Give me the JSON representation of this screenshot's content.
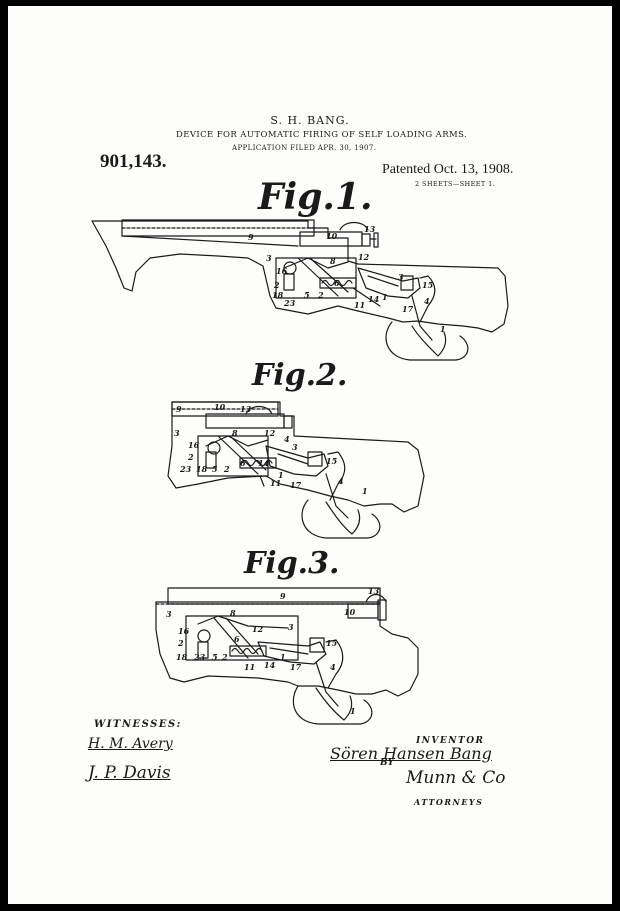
{
  "header": {
    "inventor_name": "S. H. BANG.",
    "title": "DEVICE FOR AUTOMATIC FIRING OF SELF LOADING ARMS.",
    "application": "APPLICATION FILED APR. 30, 1907.",
    "patent_number": "901,143.",
    "patent_date": "Patented Oct. 13, 1908.",
    "sheet_info": "2 SHEETS—SHEET 1."
  },
  "figures": {
    "fig1": {
      "label": "Fig.1.",
      "refs": [
        "9",
        "10",
        "13",
        "3",
        "8",
        "12",
        "16",
        "6",
        "2",
        "18",
        "23",
        "5",
        "2",
        "11",
        "14",
        "1",
        "3",
        "15",
        "17",
        "4",
        "1"
      ]
    },
    "fig2": {
      "label": "Fig.2.",
      "refs": [
        "9",
        "10",
        "13",
        "3",
        "8",
        "12",
        "4",
        "16",
        "2",
        "23",
        "18",
        "5",
        "2",
        "6",
        "14",
        "3",
        "15",
        "11",
        "17",
        "1",
        "4",
        "1"
      ]
    },
    "fig3": {
      "label": "Fig.3.",
      "refs": [
        "9",
        "10",
        "13",
        "3",
        "8",
        "12",
        "3",
        "16",
        "2",
        "18",
        "23",
        "5",
        "2",
        "6",
        "11",
        "14",
        "17",
        "15",
        "1",
        "4",
        "1"
      ]
    }
  },
  "witnesses": {
    "label": "WITNESSES:",
    "signatures": [
      "H. M. Avery",
      "J. P. Davis"
    ]
  },
  "inventor": {
    "label": "INVENTOR",
    "name": "Sören Hansen Bang",
    "by": "BY",
    "attorney_signature": "Munn & Co",
    "attorneys_label": "ATTORNEYS"
  },
  "colors": {
    "ink": "#1a1a1a",
    "paper": "#fdfdfb",
    "border": "#000000"
  }
}
